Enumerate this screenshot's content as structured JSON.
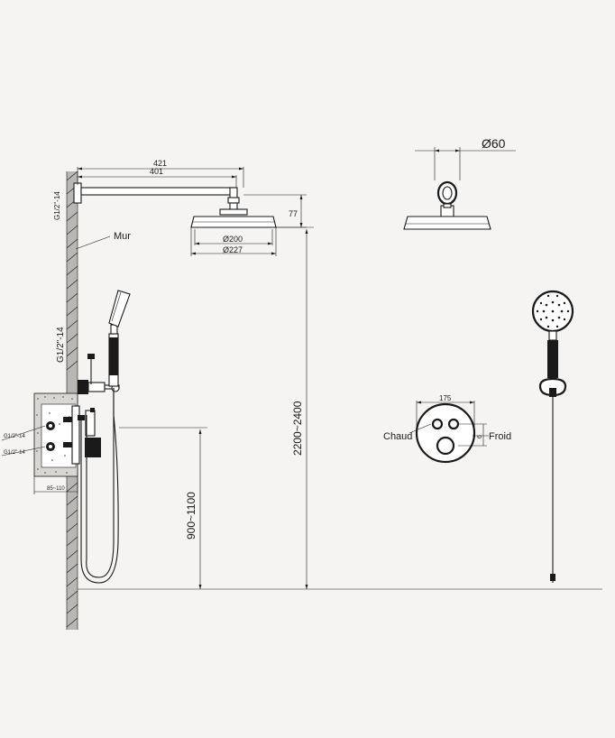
{
  "labels": {
    "arm_length_outer": "421",
    "arm_length_inner": "401",
    "thread_top": "G1/2\"-14",
    "wall": "Mur",
    "drop": "77",
    "head_dia_inner": "Ø200",
    "head_dia_outer": "Ø227",
    "flange_dia": "Ø60",
    "thread_mid": "G1/2\"-14",
    "thread_in1": "G1/2\"-14",
    "thread_in2": "G1/2\"-14",
    "depth_range": "85~110",
    "height_total": "2200~2400",
    "height_valve": "900~1100",
    "plate_width": "175",
    "button_spacing": "6",
    "hot": "Chaud",
    "cold": "Froid"
  },
  "colors": {
    "background": "#f5f4f2",
    "line": "#1a1a1a",
    "wall_hatch": "#b9b7b4"
  }
}
